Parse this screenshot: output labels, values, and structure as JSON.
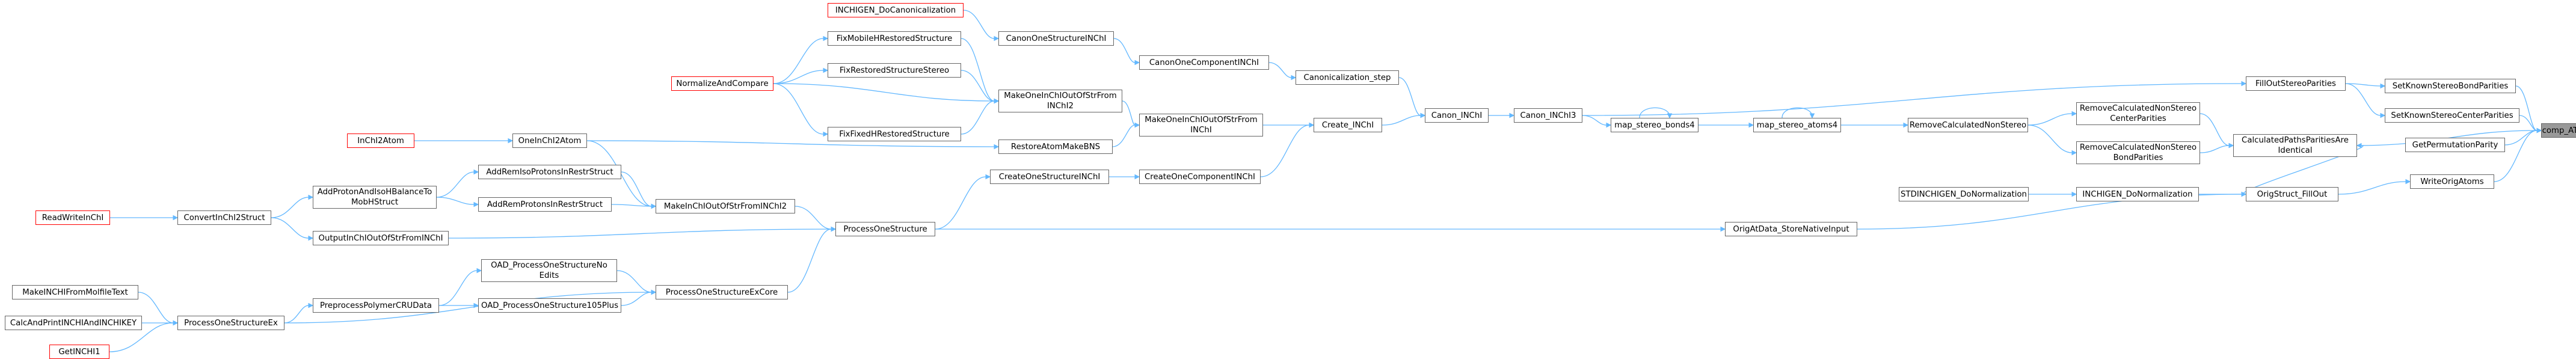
{
  "nodes": {
    "n_inchigen_docanon": {
      "lines": [
        "INCHIGEN_DoCanonicalization"
      ],
      "style": "red"
    },
    "n_fixmobileh": {
      "lines": [
        "FixMobileHRestoredStructure"
      ],
      "style": "normal"
    },
    "n_canononestructure": {
      "lines": [
        "CanonOneStructureINChI"
      ],
      "style": "normal"
    },
    "n_fixrestoredstereo": {
      "lines": [
        "FixRestoredStructureStereo"
      ],
      "style": "normal"
    },
    "n_normalizeandcompare": {
      "lines": [
        "NormalizeAndCompare"
      ],
      "style": "red"
    },
    "n_canononecomponent": {
      "lines": [
        "CanonOneComponentINChI"
      ],
      "style": "normal"
    },
    "n_canonicalization_step": {
      "lines": [
        "Canonicalization_step"
      ],
      "style": "normal"
    },
    "n_makeoneinchi2": {
      "lines": [
        "MakeOneInChIOutOfStrFrom",
        "INChI2"
      ],
      "style": "normal"
    },
    "n_fixfixedh": {
      "lines": [
        "FixFixedHRestoredStructure"
      ],
      "style": "normal"
    },
    "n_restoreatommakebns": {
      "lines": [
        "RestoreAtomMakeBNS"
      ],
      "style": "normal"
    },
    "n_makeoneinchi": {
      "lines": [
        "MakeOneInChIOutOfStrFrom",
        "INChI"
      ],
      "style": "normal"
    },
    "n_create_inchi": {
      "lines": [
        "Create_INChI"
      ],
      "style": "normal"
    },
    "n_canon_inchi": {
      "lines": [
        "Canon_INChI"
      ],
      "style": "normal"
    },
    "n_canon_inchi3": {
      "lines": [
        "Canon_INChI3"
      ],
      "style": "normal"
    },
    "n_map_stereo_bonds4": {
      "lines": [
        "map_stereo_bonds4"
      ],
      "style": "normal"
    },
    "n_map_stereo_atoms4": {
      "lines": [
        "map_stereo_atoms4"
      ],
      "style": "normal"
    },
    "n_removecalcnonstereo": {
      "lines": [
        "RemoveCalculatedNonStereo"
      ],
      "style": "normal"
    },
    "n_removecalccenter": {
      "lines": [
        "RemoveCalculatedNonStereo",
        "CenterParities"
      ],
      "style": "normal"
    },
    "n_removecalcbond": {
      "lines": [
        "RemoveCalculatedNonStereo",
        "BondParities"
      ],
      "style": "normal"
    },
    "n_calcpathsparities": {
      "lines": [
        "CalculatedPathsParitiesAre",
        "Identical"
      ],
      "style": "normal"
    },
    "n_filloutstereo": {
      "lines": [
        "FillOutStereoParities"
      ],
      "style": "normal"
    },
    "n_setknownbond": {
      "lines": [
        "SetKnownStereoBondParities"
      ],
      "style": "normal"
    },
    "n_setknowncenter": {
      "lines": [
        "SetKnownStereoCenterParities"
      ],
      "style": "normal"
    },
    "n_getpermutationparity": {
      "lines": [
        "GetPermutationParity"
      ],
      "style": "normal"
    },
    "n_writeorigatoms": {
      "lines": [
        "WriteOrigAtoms"
      ],
      "style": "normal"
    },
    "n_comp_at_rank": {
      "lines": [
        "comp_AT_RANK"
      ],
      "style": "root"
    },
    "n_inchi2atom": {
      "lines": [
        "InChI2Atom"
      ],
      "style": "red"
    },
    "n_oneinchi2atom": {
      "lines": [
        "OneInChI2Atom"
      ],
      "style": "normal"
    },
    "n_addremisoprotons": {
      "lines": [
        "AddRemIsoProtonsInRestrStruct"
      ],
      "style": "normal"
    },
    "n_addprotonandisoh": {
      "lines": [
        "AddProtonAndIsoHBalanceTo",
        "MobHStruct"
      ],
      "style": "normal"
    },
    "n_addremprotons": {
      "lines": [
        "AddRemProtonsInRestrStruct"
      ],
      "style": "normal"
    },
    "n_makeinchioutofstr2": {
      "lines": [
        "MakeInChIOutOfStrFromINChI2"
      ],
      "style": "normal"
    },
    "n_createonestructure": {
      "lines": [
        "CreateOneStructureINChI"
      ],
      "style": "normal"
    },
    "n_createonecomponent": {
      "lines": [
        "CreateOneComponentINChI"
      ],
      "style": "normal"
    },
    "n_readwriteinchi": {
      "lines": [
        "ReadWriteInChI"
      ],
      "style": "red"
    },
    "n_convertinchi2struct": {
      "lines": [
        "ConvertInChI2Struct"
      ],
      "style": "normal"
    },
    "n_outputinchioutofstr": {
      "lines": [
        "OutputInChIOutOfStrFromINChI"
      ],
      "style": "normal"
    },
    "n_processonestructure": {
      "lines": [
        "ProcessOneStructure"
      ],
      "style": "normal"
    },
    "n_origatdata_store": {
      "lines": [
        "OrigAtData_StoreNativeInput"
      ],
      "style": "normal"
    },
    "n_stdinchigen_donorm": {
      "lines": [
        "STDINCHIGEN_DoNormalization"
      ],
      "style": "normal"
    },
    "n_inchigen_donorm": {
      "lines": [
        "INCHIGEN_DoNormalization"
      ],
      "style": "normal"
    },
    "n_origstruct_fillout": {
      "lines": [
        "OrigStruct_FillOut"
      ],
      "style": "normal"
    },
    "n_oad_noedits": {
      "lines": [
        "OAD_ProcessOneStructureNo",
        "Edits"
      ],
      "style": "normal"
    },
    "n_makeinchifrommolfile": {
      "lines": [
        "MakeINCHIFromMolfileText"
      ],
      "style": "normal"
    },
    "n_preprocesspolymer": {
      "lines": [
        "PreprocessPolymerCRUData"
      ],
      "style": "normal"
    },
    "n_processonestructureexcore": {
      "lines": [
        "ProcessOneStructureExCore"
      ],
      "style": "normal"
    },
    "n_oad_105plus": {
      "lines": [
        "OAD_ProcessOneStructure105Plus"
      ],
      "style": "normal"
    },
    "n_calcandprint": {
      "lines": [
        "CalcAndPrintINCHIAndINCHIKEY"
      ],
      "style": "normal"
    },
    "n_processonestructureex": {
      "lines": [
        "ProcessOneStructureEx"
      ],
      "style": "normal"
    },
    "n_getinchi1": {
      "lines": [
        "GetINCHI1"
      ],
      "style": "red"
    }
  },
  "edges": [
    [
      "n_inchigen_docanon",
      "n_canononestructure"
    ],
    [
      "n_fixmobileh",
      "n_makeoneinchi2"
    ],
    [
      "n_canononestructure",
      "n_canononecomponent"
    ],
    [
      "n_fixrestoredstereo",
      "n_makeoneinchi2"
    ],
    [
      "n_normalizeandcompare",
      "n_fixmobileh"
    ],
    [
      "n_normalizeandcompare",
      "n_fixrestoredstereo"
    ],
    [
      "n_normalizeandcompare",
      "n_makeoneinchi2"
    ],
    [
      "n_normalizeandcompare",
      "n_fixfixedh"
    ],
    [
      "n_canononecomponent",
      "n_canonicalization_step"
    ],
    [
      "n_canonicalization_step",
      "n_canon_inchi"
    ],
    [
      "n_makeoneinchi2",
      "n_makeoneinchi"
    ],
    [
      "n_fixfixedh",
      "n_makeoneinchi2"
    ],
    [
      "n_restoreatommakebns",
      "n_makeoneinchi"
    ],
    [
      "n_makeoneinchi",
      "n_create_inchi"
    ],
    [
      "n_create_inchi",
      "n_canon_inchi"
    ],
    [
      "n_canon_inchi",
      "n_canon_inchi3"
    ],
    [
      "n_canon_inchi3",
      "n_filloutstereo"
    ],
    [
      "n_canon_inchi3",
      "n_map_stereo_bonds4"
    ],
    [
      "n_map_stereo_bonds4",
      "n_map_stereo_bonds4"
    ],
    [
      "n_map_stereo_bonds4",
      "n_map_stereo_atoms4"
    ],
    [
      "n_map_stereo_atoms4",
      "n_map_stereo_atoms4"
    ],
    [
      "n_map_stereo_atoms4",
      "n_removecalcnonstereo"
    ],
    [
      "n_removecalcnonstereo",
      "n_removecalccenter"
    ],
    [
      "n_removecalcnonstereo",
      "n_removecalcbond"
    ],
    [
      "n_removecalccenter",
      "n_calcpathsparities"
    ],
    [
      "n_removecalcbond",
      "n_calcpathsparities"
    ],
    [
      "n_calcpathsparities",
      "n_comp_at_rank"
    ],
    [
      "n_filloutstereo",
      "n_setknownbond"
    ],
    [
      "n_filloutstereo",
      "n_setknowncenter"
    ],
    [
      "n_setknownbond",
      "n_comp_at_rank"
    ],
    [
      "n_setknowncenter",
      "n_comp_at_rank"
    ],
    [
      "n_getpermutationparity",
      "n_comp_at_rank"
    ],
    [
      "n_writeorigatoms",
      "n_comp_at_rank"
    ],
    [
      "n_inchi2atom",
      "n_oneinchi2atom"
    ],
    [
      "n_oneinchi2atom",
      "n_restoreatommakebns"
    ],
    [
      "n_oneinchi2atom",
      "n_makeinchioutofstr2"
    ],
    [
      "n_addremisoprotons",
      "n_makeinchioutofstr2"
    ],
    [
      "n_addprotonandisoh",
      "n_addremisoprotons"
    ],
    [
      "n_addprotonandisoh",
      "n_addremprotons"
    ],
    [
      "n_addremprotons",
      "n_makeinchioutofstr2"
    ],
    [
      "n_makeinchioutofstr2",
      "n_processonestructure"
    ],
    [
      "n_createonestructure",
      "n_createonecomponent"
    ],
    [
      "n_createonecomponent",
      "n_create_inchi"
    ],
    [
      "n_readwriteinchi",
      "n_convertinchi2struct"
    ],
    [
      "n_convertinchi2struct",
      "n_addprotonandisoh"
    ],
    [
      "n_convertinchi2struct",
      "n_outputinchioutofstr"
    ],
    [
      "n_outputinchioutofstr",
      "n_processonestructure"
    ],
    [
      "n_processonestructure",
      "n_createonestructure"
    ],
    [
      "n_processonestructure",
      "n_origatdata_store"
    ],
    [
      "n_origatdata_store",
      "n_origstruct_fillout"
    ],
    [
      "n_stdinchigen_donorm",
      "n_inchigen_donorm"
    ],
    [
      "n_inchigen_donorm",
      "n_origstruct_fillout"
    ],
    [
      "n_origstruct_fillout",
      "n_writeorigatoms"
    ],
    [
      "n_origstruct_fillout",
      "n_calcpathsparities"
    ],
    [
      "n_oad_noedits",
      "n_processonestructureexcore"
    ],
    [
      "n_oad_105plus",
      "n_processonestructureexcore"
    ],
    [
      "n_preprocesspolymer",
      "n_oad_noedits"
    ],
    [
      "n_preprocesspolymer",
      "n_oad_105plus"
    ],
    [
      "n_processonestructureexcore",
      "n_processonestructure"
    ],
    [
      "n_makeinchifrommolfile",
      "n_processonestructureex"
    ],
    [
      "n_calcandprint",
      "n_processonestructureex"
    ],
    [
      "n_getinchi1",
      "n_processonestructureex"
    ],
    [
      "n_processonestructureex",
      "n_preprocesspolymer"
    ],
    [
      "n_processonestructureex",
      "n_processonestructureexcore"
    ]
  ],
  "colors": {
    "edge": "#63b8ff",
    "node_border": "#666666",
    "red_border": "#ff0000",
    "root_fill": "#999999"
  }
}
